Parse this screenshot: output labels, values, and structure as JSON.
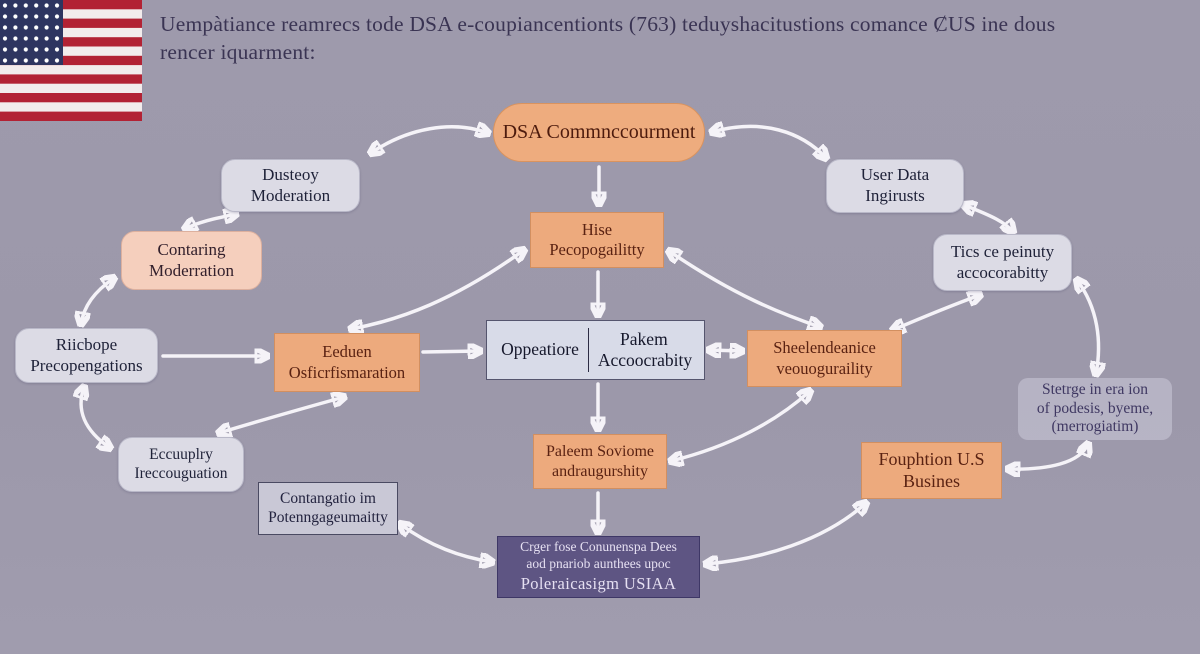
{
  "colors": {
    "background": "#9d99ab",
    "orange_box": "#edaa7d",
    "lavender_box": "#dcdbe5",
    "peach_box": "#f5cfbd",
    "dark_box": "#5e5583",
    "arrow": "#f5f3f8",
    "flag_red": "#b22234",
    "flag_blue": "#2e3560"
  },
  "header": {
    "title_line1": "Uempàtiance reamrecs tode DSA e-coupiancentionts (763)  teduyshacitustions comance ȻUS ine dous",
    "title_line2": "rencer iquarment:"
  },
  "icons": {
    "flag": "us-flag-icon"
  },
  "nodes": {
    "dsa": {
      "label": "DSA Commnccourment"
    },
    "dusteoy": {
      "label": "Dusteoy Moderation"
    },
    "userdata": {
      "label": "User Data Ingirusts"
    },
    "contaring": {
      "label": "Contaring Moderration"
    },
    "hise": {
      "label": "Hise Pecopogailitty"
    },
    "tics": {
      "label": "Tics ce peinuty accocorabitty"
    },
    "riicbope": {
      "label": "Riicbope Precopengations"
    },
    "eeduen": {
      "label": "Eeduen Osficrfismaration"
    },
    "oppeatiore": {
      "left": "Oppeatiore",
      "right": "Pakem Accoocrabity"
    },
    "sheelendeanice": {
      "label": "Sheelendeanice veouoguraility"
    },
    "stetrge": {
      "lines": [
        "Stetrge in era ion",
        "of podesis, byeme,",
        "(merrogiatim)"
      ]
    },
    "eccuuplry": {
      "label": "Eccuuplry Ireccouguation"
    },
    "paleem": {
      "label": "Paleem Soviome andraugurshity"
    },
    "fouphtion": {
      "label": "Fouphtion U.S Busines"
    },
    "contangatio": {
      "label": "Contangatio im Potenngageumaitty"
    },
    "usiaa": {
      "lines": [
        "Crger fose Conunenspa Dees",
        "aod pnariob aunthees upoc",
        "Poleraicasigm USIAA"
      ]
    }
  }
}
